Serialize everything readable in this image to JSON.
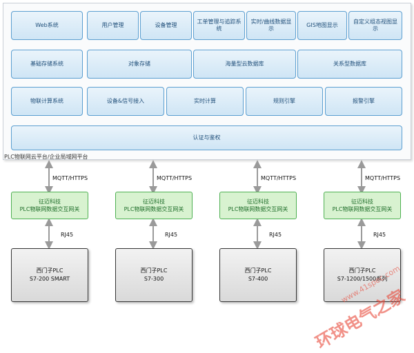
{
  "platform": {
    "label": "PLC物联网云平台/企业局域网平台"
  },
  "rows": [
    {
      "name": "Web系统",
      "modules": [
        "用户管理",
        "设备管理",
        "工单管理与追踪系统",
        "实时/曲线数据显示",
        "GIS地图显示",
        "自定义组态视图显示"
      ]
    },
    {
      "name": "基础存储系统",
      "modules": [
        "对象存储",
        "海量型云数据库",
        "关系型数据库"
      ]
    },
    {
      "name": "物联计算系统",
      "modules": [
        "设备&信号接入",
        "实时计算",
        "规则引擎",
        "报警引擎"
      ]
    }
  ],
  "auth": "认证与鉴权",
  "protocol_upper": "MQTT/HTTPS",
  "protocol_lower": "RJ45",
  "gateways": [
    {
      "line1": "征迈科技",
      "line2": "PLC物联网数据交互网关"
    },
    {
      "line1": "征迈科技",
      "line2": "PLC物联网数据交互网关"
    },
    {
      "line1": "征迈科技",
      "line2": "PLC物联网数据交互网关"
    },
    {
      "line1": "征迈科技",
      "line2": "PLC物联网数据交互网关"
    }
  ],
  "plcs": [
    {
      "line1": "西门子PLC",
      "line2": "S7-200 SMART"
    },
    {
      "line1": "西门子PLC",
      "line2": "S7-300"
    },
    {
      "line1": "西门子PLC",
      "line2": "S7-400"
    },
    {
      "line1": "西门子PLC",
      "line2": "S7-1200/1500系列"
    }
  ],
  "watermark": {
    "text": "环球电气之家",
    "url": "www.41spec.com"
  },
  "colors": {
    "module_border": "#5a9ed0",
    "gateway_fill": "#d8f2d0",
    "arrow": "#9a9a9a"
  }
}
